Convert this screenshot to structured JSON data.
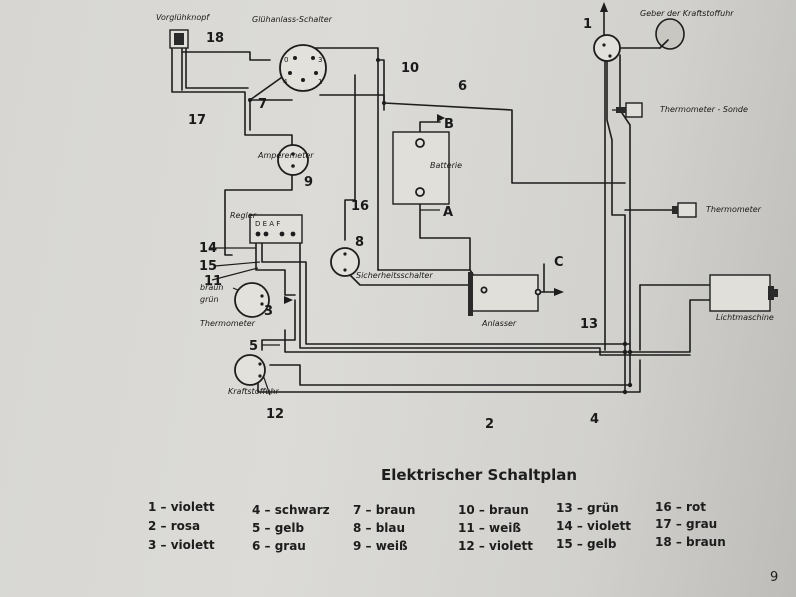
{
  "diagram": {
    "labels": {
      "vergluehknopf": "Vorglühknopf",
      "gluehanlass": "Glühanlass-Schalter",
      "geber": "Geber der Kraftstoffuhr",
      "thermo_sonde": "Thermometer - Sonde",
      "batterie": "Batterie",
      "amperemeter": "Amperemeter",
      "thermometer_right": "Thermometer",
      "regler": "Regler",
      "regler_terms": "D  E   A  F",
      "sicherheits": "Sicherheitsschalter",
      "braun": "braun",
      "gruen": "grün",
      "thermometer_left": "Thermometer",
      "anlasser": "Anlasser",
      "lichtmaschine": "Lichtmaschine",
      "kraftstoffuhr": "Kraftstoffuhr"
    },
    "letters": {
      "A": "A",
      "B": "B",
      "C": "C"
    },
    "numbers": {
      "n1": "1",
      "n2": "2",
      "n3": "3",
      "n4": "4",
      "n5": "5",
      "n6": "6",
      "n7": "7",
      "n8": "8",
      "n9": "9",
      "n10": "10",
      "n11": "11",
      "n12": "12",
      "n13": "13",
      "n14": "14",
      "n15": "15",
      "n16": "16",
      "n17": "17",
      "n18": "18"
    }
  },
  "title": "Elektrischer Schaltplan",
  "legend": [
    "1 – violett",
    "2 – rosa",
    "3 – violett",
    "4 – schwarz",
    "5 – gelb",
    "6 – grau",
    "7 – braun",
    "8 – blau",
    "9 – weiß",
    "10 – braun",
    "11 – weiß",
    "12 – violett",
    "13 – grün",
    "14 – violett",
    "15 – gelb",
    "16 – rot",
    "17 – grau",
    "18 – braun"
  ],
  "page_number": "9"
}
